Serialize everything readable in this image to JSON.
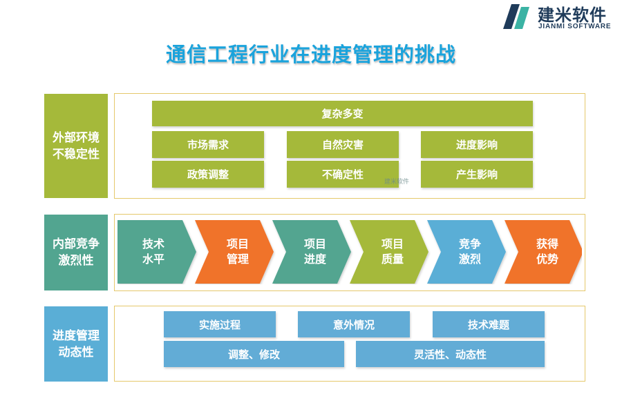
{
  "logo": {
    "name_cn": "建米软件",
    "name_en": "JIANMI SOFTWARE",
    "colors": {
      "dark": "#1f3b5a",
      "teal": "#3bb3a4"
    }
  },
  "title": "通信工程行业在进度管理的挑战",
  "colors": {
    "title": "#1aa3dc",
    "green": "#a5b93a",
    "teal": "#52a590",
    "blue": "#5aaed6",
    "orange": "#f0732c",
    "border": "#e5c86a"
  },
  "sections": [
    {
      "label": "外部环境不稳定性",
      "label_lines": [
        "外部环境",
        "不稳定性"
      ],
      "header": "复杂多变",
      "items": [
        "市场需求",
        "政策调整",
        "自然灾害",
        "不确定性",
        "进度影响",
        "产生影响"
      ]
    },
    {
      "label": "内部竞争激烈性",
      "label_lines": [
        "内部竞争",
        "激烈性"
      ],
      "steps": [
        {
          "lines": [
            "技术",
            "水平"
          ],
          "color": "#52a590"
        },
        {
          "lines": [
            "项目",
            "管理"
          ],
          "color": "#f0732c"
        },
        {
          "lines": [
            "项目",
            "进度"
          ],
          "color": "#52a590"
        },
        {
          "lines": [
            "项目",
            "质量"
          ],
          "color": "#a5b93a"
        },
        {
          "lines": [
            "竞争",
            "激烈"
          ],
          "color": "#5aaed6"
        },
        {
          "lines": [
            "获得",
            "优势"
          ],
          "color": "#f0732c"
        }
      ]
    },
    {
      "label": "进度管理动态性",
      "label_lines": [
        "进度管理",
        "动态性"
      ],
      "items": [
        "实施过程",
        "意外情况",
        "技术难题",
        "调整、修改",
        "灵活性、动态性"
      ]
    }
  ],
  "watermark": "建米软件"
}
